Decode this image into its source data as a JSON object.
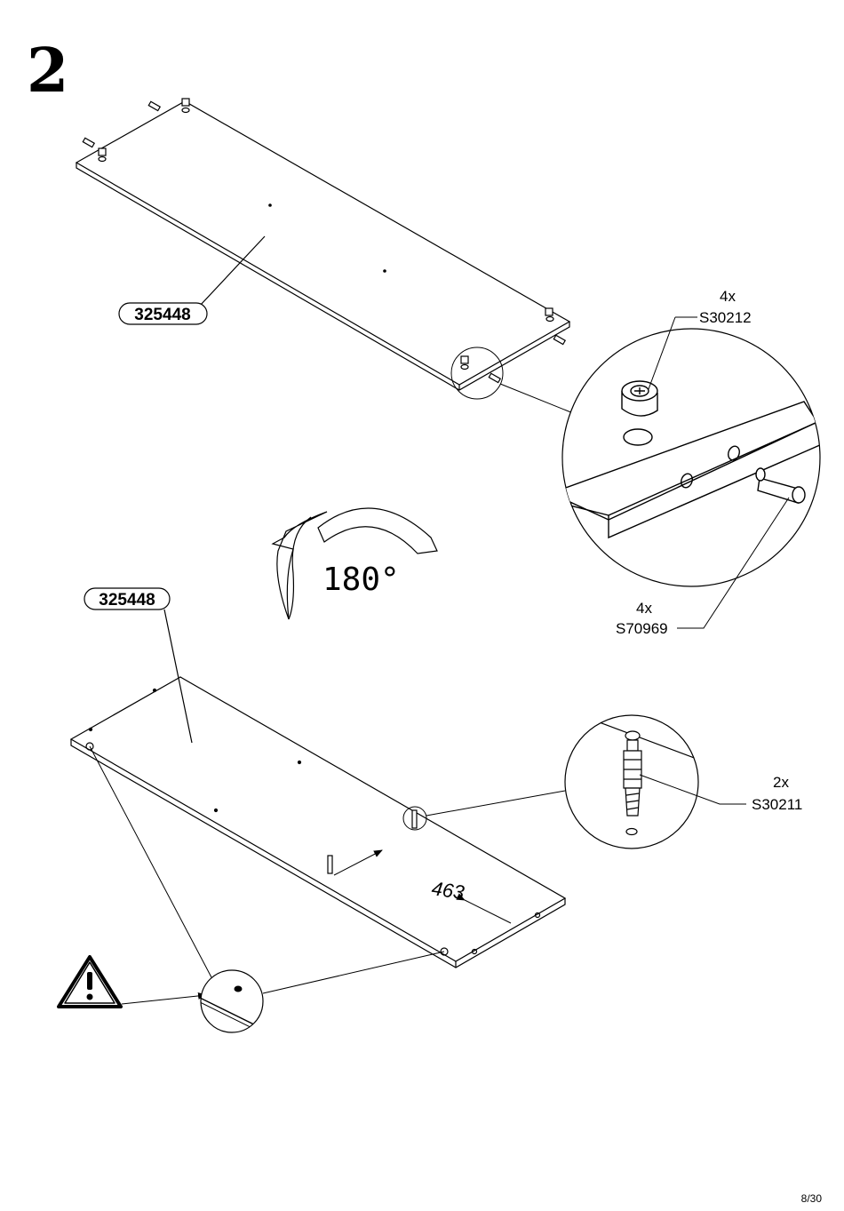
{
  "step": {
    "number": "2"
  },
  "panel_top": {
    "part_id": "325448"
  },
  "panel_bottom": {
    "part_id": "325448"
  },
  "rotation": {
    "label": "180°"
  },
  "hardware": {
    "cam_lock": {
      "qty": "4x",
      "code": "S30212"
    },
    "dowel": {
      "qty": "4x",
      "code": "S70969"
    },
    "cam_bolt": {
      "qty": "2x",
      "code": "S30211"
    }
  },
  "dimension": {
    "value": "463"
  },
  "warning": {
    "icon": "warning-triangle-icon"
  },
  "footer": {
    "page": "8/30"
  }
}
